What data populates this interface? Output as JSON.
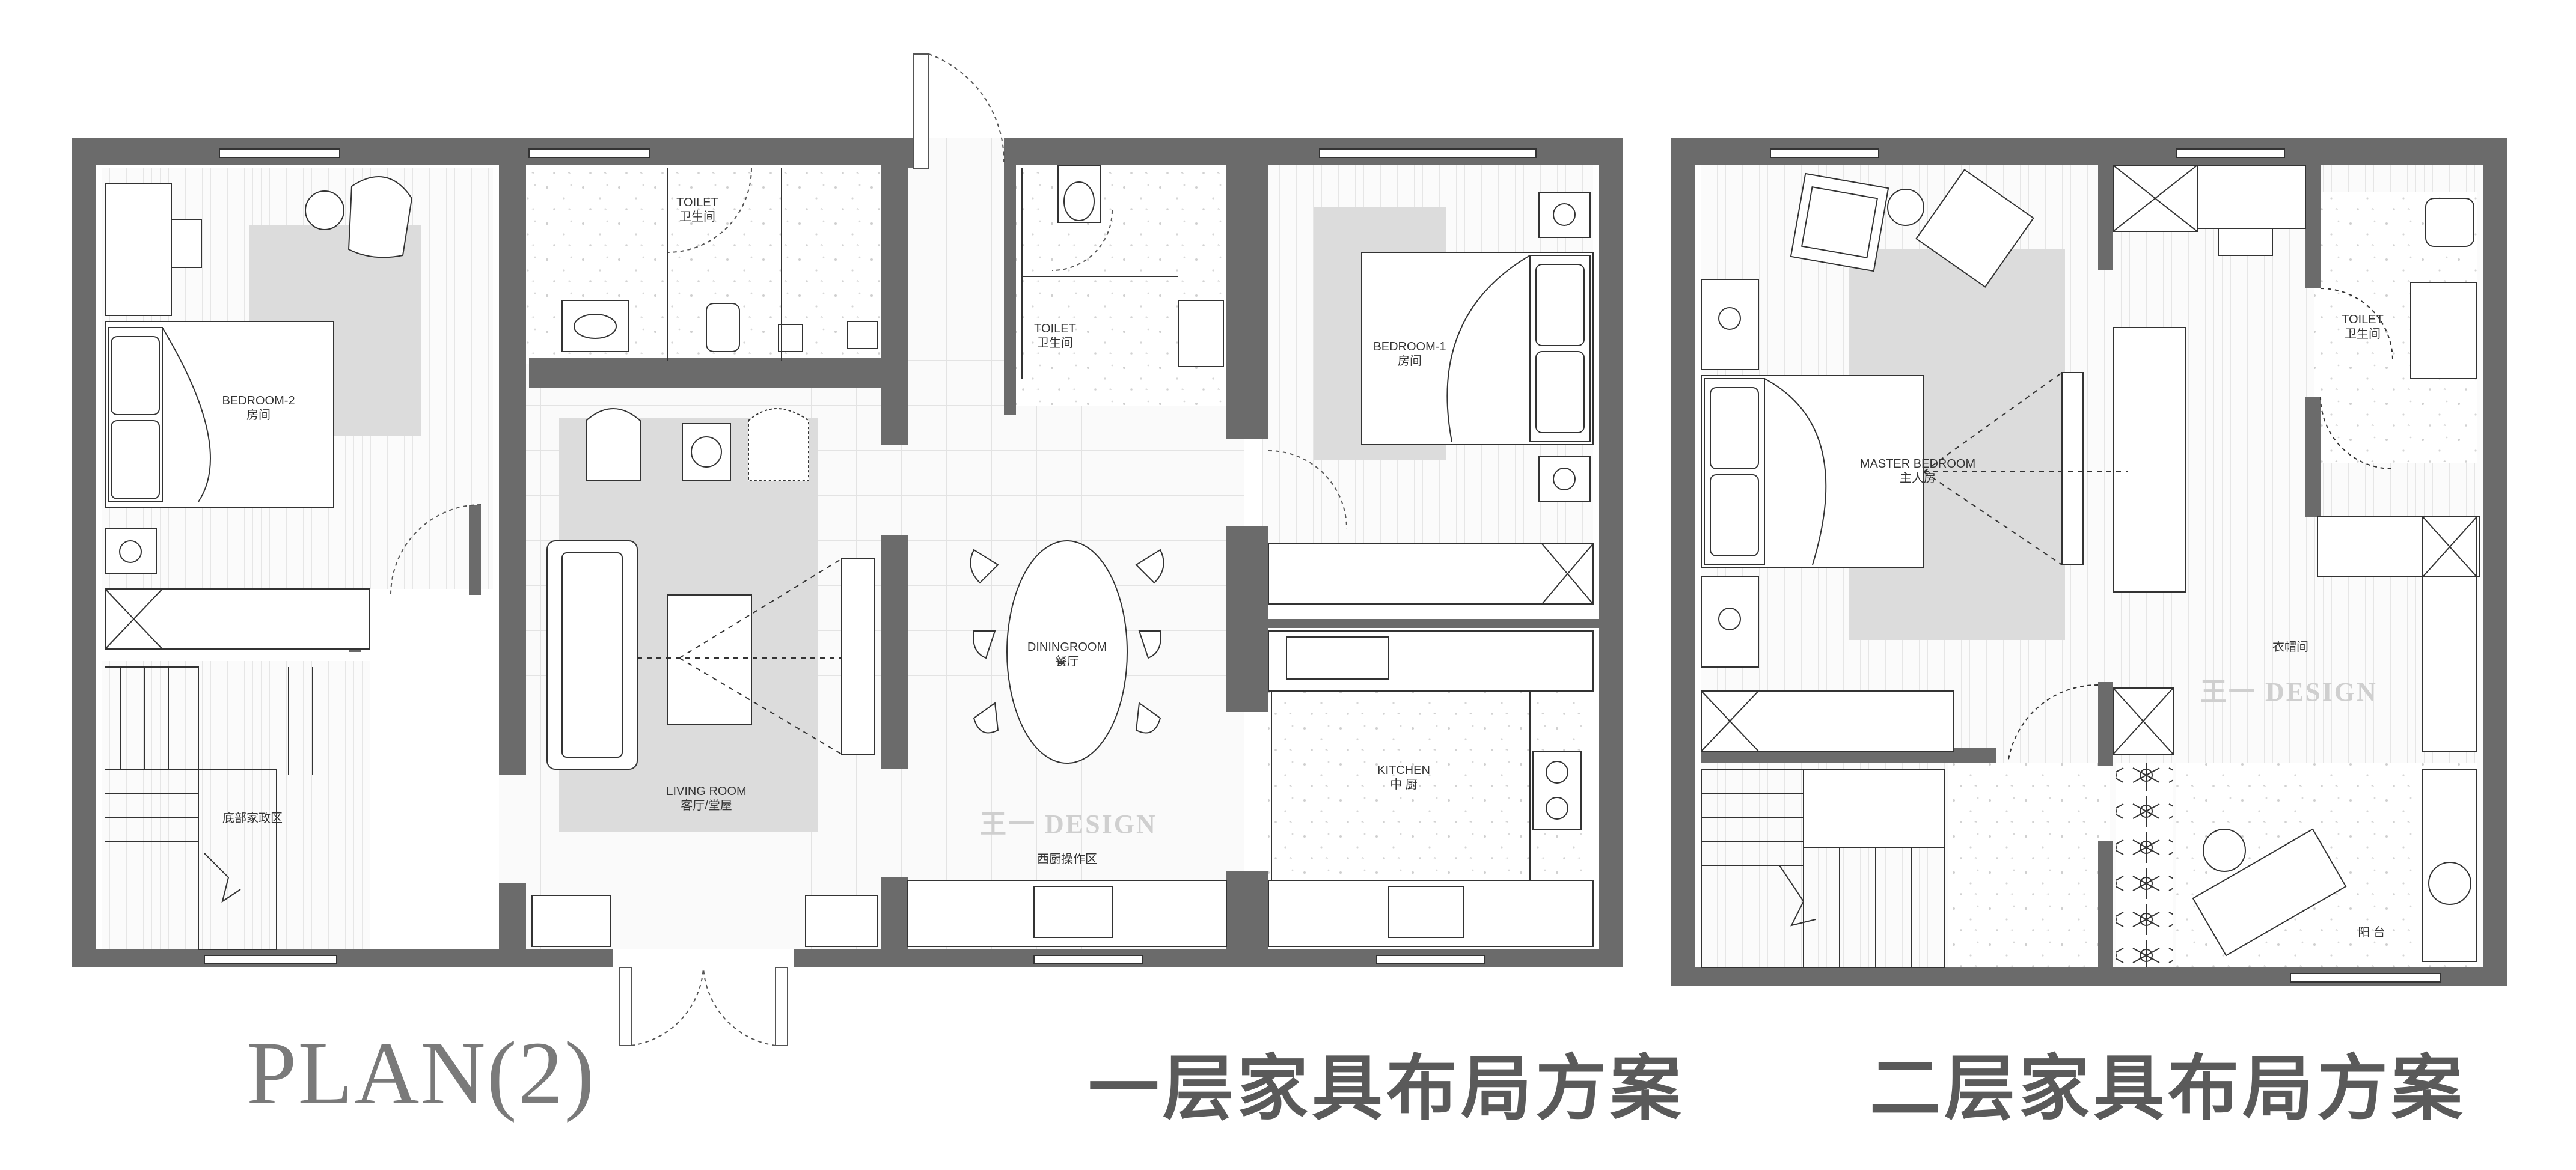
{
  "titles": {
    "plan": "PLAN(2)",
    "floor1": "一层家具布局方案",
    "floor2": "二层家具布局方案"
  },
  "watermark": "王一 DESIGN",
  "floor1_rooms": {
    "bedroom2": {
      "en": "BEDROOM-2",
      "cn": "房间"
    },
    "toilet_a": {
      "en": "TOILET",
      "cn": "卫生间"
    },
    "toilet_b": {
      "en": "TOILET",
      "cn": "卫生间"
    },
    "bedroom1": {
      "en": "BEDROOM-1",
      "cn": "房间"
    },
    "living": {
      "en": "LIVING ROOM",
      "cn": "客厅/堂屋"
    },
    "dining": {
      "en": "DININGROOM",
      "cn": "餐厅"
    },
    "kitchen": {
      "en": "KITCHEN",
      "cn": "中 厨"
    },
    "western_prep": {
      "cn": "西厨操作区"
    },
    "stair_area": {
      "cn": "底部家政区"
    }
  },
  "floor2_rooms": {
    "master": {
      "en": "MASTER BEDROOM",
      "cn": "主人房"
    },
    "toilet": {
      "en": "TOILET",
      "cn": "卫生间"
    },
    "closet": {
      "cn": "衣帽间"
    },
    "balcony": {
      "cn": "阳 台"
    }
  },
  "colors": {
    "wall": "#6b6b6b",
    "rug": "#dcdcdc",
    "line": "#333333",
    "grid": "#e6e6e6"
  }
}
